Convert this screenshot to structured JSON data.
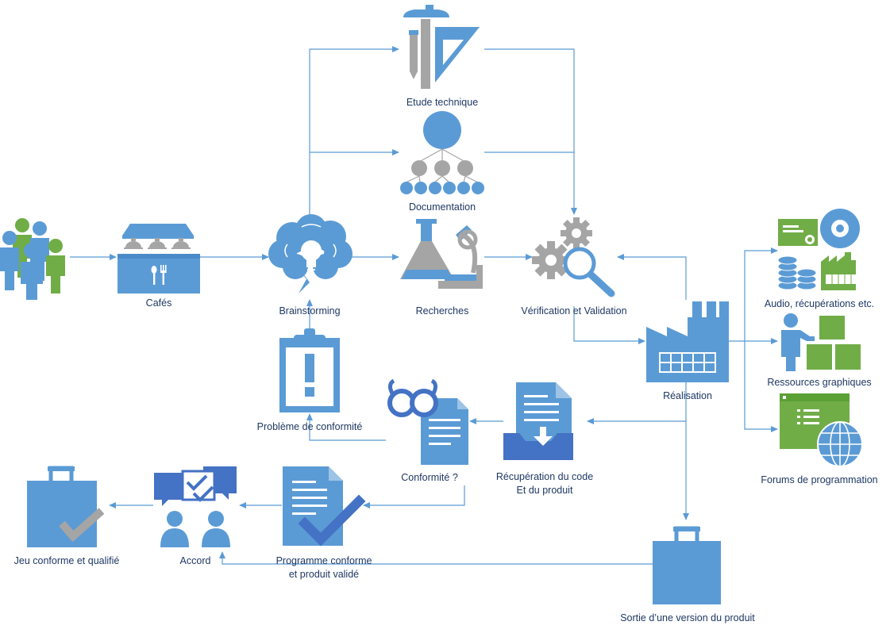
{
  "colors": {
    "blue": "#5b9bd5",
    "dark_blue": "#4472c4",
    "green": "#70ad47",
    "gray": "#a5a5a5",
    "line": "#5b9bd5",
    "text": "#1f3864"
  },
  "nodes": {
    "people": {
      "icon": "people-group-icon"
    },
    "cafes": {
      "label": "Cafés",
      "icon": "buffet-icon"
    },
    "brainstorming": {
      "label": "Brainstorming",
      "icon": "brain-lightbulb-icon"
    },
    "etude": {
      "label": "Etude technique",
      "icon": "drafting-tools-icon"
    },
    "documentation": {
      "label": "Documentation",
      "icon": "hierarchy-icon"
    },
    "recherches": {
      "label": "Recherches",
      "icon": "lab-microscope-icon"
    },
    "verification": {
      "label": "Vérification et Validation",
      "icon": "gears-magnifier-icon"
    },
    "audio": {
      "label": "Audio, récupérations etc.",
      "icon": "media-assets-icon"
    },
    "ressources": {
      "label": "Ressources graphiques",
      "icon": "presenter-blocks-icon"
    },
    "forums": {
      "label": "Forums de programmation",
      "icon": "web-globe-icon"
    },
    "realisation": {
      "label": "Réalisation",
      "icon": "factory-icon"
    },
    "probleme": {
      "label": "Problème de conformité",
      "icon": "clipboard-alert-icon"
    },
    "conformite": {
      "label": "Conformité ?",
      "icon": "glasses-document-icon"
    },
    "recuperation": {
      "label_line1": "Récupération du code",
      "label_line2": "Et du produit",
      "icon": "document-inbox-icon"
    },
    "sortie": {
      "label": "Sortie d’une version du produit",
      "icon": "shopping-bag-icon"
    },
    "programme": {
      "label_line1": "Programme conforme",
      "label_line2": "et produit validé",
      "icon": "document-check-icon"
    },
    "accord": {
      "label": "Accord",
      "icon": "people-agreement-icon"
    },
    "jeu": {
      "label": "Jeu conforme et qualifié",
      "icon": "bag-check-icon"
    }
  }
}
